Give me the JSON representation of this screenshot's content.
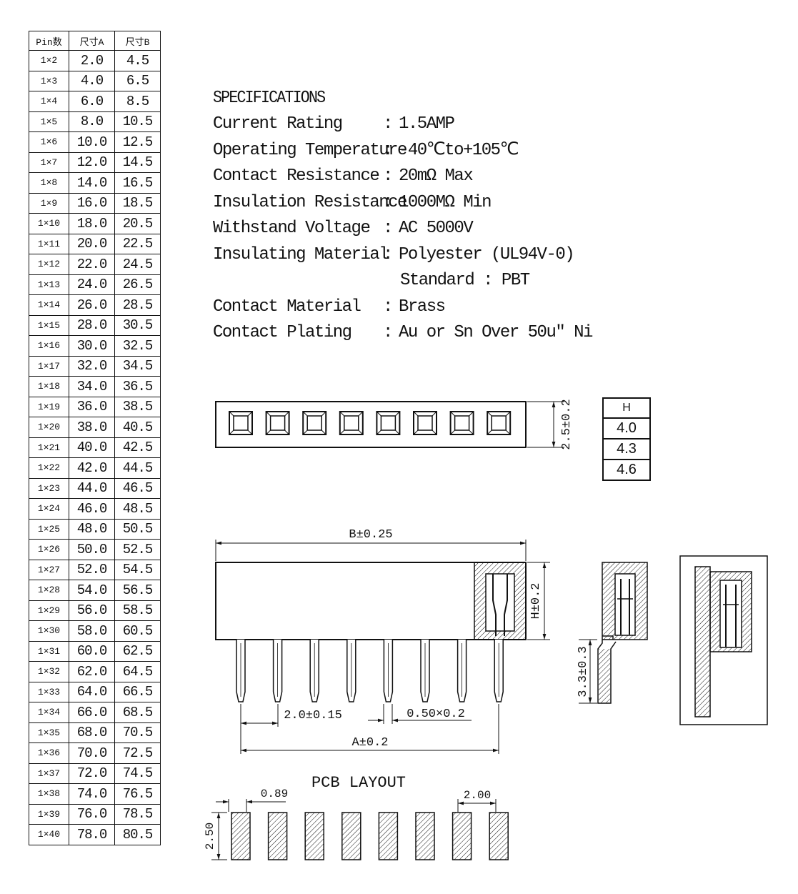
{
  "pin_table": {
    "headers": [
      "Pin数",
      "尺寸A",
      "尺寸B"
    ],
    "rows": [
      [
        "1×2",
        "2.0",
        "4.5"
      ],
      [
        "1×3",
        "4.0",
        "6.5"
      ],
      [
        "1×4",
        "6.0",
        "8.5"
      ],
      [
        "1×5",
        "8.0",
        "10.5"
      ],
      [
        "1×6",
        "10.0",
        "12.5"
      ],
      [
        "1×7",
        "12.0",
        "14.5"
      ],
      [
        "1×8",
        "14.0",
        "16.5"
      ],
      [
        "1×9",
        "16.0",
        "18.5"
      ],
      [
        "1×10",
        "18.0",
        "20.5"
      ],
      [
        "1×11",
        "20.0",
        "22.5"
      ],
      [
        "1×12",
        "22.0",
        "24.5"
      ],
      [
        "1×13",
        "24.0",
        "26.5"
      ],
      [
        "1×14",
        "26.0",
        "28.5"
      ],
      [
        "1×15",
        "28.0",
        "30.5"
      ],
      [
        "1×16",
        "30.0",
        "32.5"
      ],
      [
        "1×17",
        "32.0",
        "34.5"
      ],
      [
        "1×18",
        "34.0",
        "36.5"
      ],
      [
        "1×19",
        "36.0",
        "38.5"
      ],
      [
        "1×20",
        "38.0",
        "40.5"
      ],
      [
        "1×21",
        "40.0",
        "42.5"
      ],
      [
        "1×22",
        "42.0",
        "44.5"
      ],
      [
        "1×23",
        "44.0",
        "46.5"
      ],
      [
        "1×24",
        "46.0",
        "48.5"
      ],
      [
        "1×25",
        "48.0",
        "50.5"
      ],
      [
        "1×26",
        "50.0",
        "52.5"
      ],
      [
        "1×27",
        "52.0",
        "54.5"
      ],
      [
        "1×28",
        "54.0",
        "56.5"
      ],
      [
        "1×29",
        "56.0",
        "58.5"
      ],
      [
        "1×30",
        "58.0",
        "60.5"
      ],
      [
        "1×31",
        "60.0",
        "62.5"
      ],
      [
        "1×32",
        "62.0",
        "64.5"
      ],
      [
        "1×33",
        "64.0",
        "66.5"
      ],
      [
        "1×34",
        "66.0",
        "68.5"
      ],
      [
        "1×35",
        "68.0",
        "70.5"
      ],
      [
        "1×36",
        "70.0",
        "72.5"
      ],
      [
        "1×37",
        "72.0",
        "74.5"
      ],
      [
        "1×38",
        "74.0",
        "76.5"
      ],
      [
        "1×39",
        "76.0",
        "78.5"
      ],
      [
        "1×40",
        "78.0",
        "80.5"
      ]
    ]
  },
  "specs": {
    "title": "SPECIFICATIONS",
    "rows": [
      {
        "label": "Current Rating",
        "value": "1.5AMP"
      },
      {
        "label": "Operating Temperature",
        "value": "-40℃to+105℃"
      },
      {
        "label": "Contact Resistance",
        "value": "20mΩ Max"
      },
      {
        "label": "Insulation Resistance",
        "value": "1000MΩ Min"
      },
      {
        "label": "Withstand Voltage",
        "value": "AC 5000V"
      },
      {
        "label": "Insulating Material",
        "value": "Polyester (UL94V-0)"
      },
      {
        "label": "",
        "value": "Standard : PBT"
      },
      {
        "label": "Contact Material",
        "value": "Brass"
      },
      {
        "label": "Contact Plating",
        "value": "Au or Sn Over 50u\" Ni"
      }
    ]
  },
  "h_table": {
    "header": "H",
    "values": [
      "4.0",
      "4.3",
      "4.6"
    ]
  },
  "dimensions": {
    "width_25": "2.5±0.2",
    "b": "B±0.25",
    "h": "H±0.2",
    "pitch": "2.0±0.15",
    "pin": "0.50×0.2",
    "a": "A±0.2",
    "tail": "3.3±0.3"
  },
  "pcb": {
    "title": "PCB LAYOUT",
    "pad_width": "0.89",
    "pad_height": "2.50",
    "pitch": "2.00"
  },
  "drawing": {
    "pin_count": 8
  }
}
